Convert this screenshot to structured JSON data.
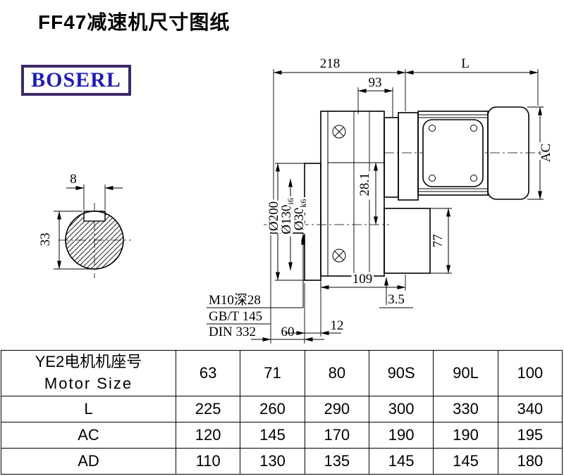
{
  "title": "FF47减速机尺寸图纸",
  "logo": {
    "text": "BOSERL"
  },
  "colors": {
    "logo_text": "#1e1eb4",
    "logo_border": "#3c2a66",
    "line": "#000000"
  },
  "drawing": {
    "dims": {
      "total_218": "218",
      "motor_length": "L",
      "top_93": "93",
      "motor_ac": "AC",
      "keyway_width": "8",
      "keyway_height": "33",
      "flange_dia": "Ø200",
      "spigot_dia_main": "Ø130",
      "spigot_dia_fit": "i6",
      "shaft_dia_main": "Ø30",
      "shaft_dia_fit": "k6",
      "dim_28_1": "28.1",
      "dim_77": "77",
      "dim_109": "109",
      "dim_3_5": "3.5",
      "shaft_len_60": "60",
      "flange_t_12": "12",
      "note_tap": "M10深28",
      "note_gb": "GB/T 145",
      "note_din": "DIN 332"
    }
  },
  "table": {
    "header_cn": "YE2电机机座号",
    "header_en": "Motor Size",
    "sizes": [
      "63",
      "71",
      "80",
      "90S",
      "90L",
      "100"
    ],
    "rows": [
      {
        "label": "L",
        "values": [
          "225",
          "260",
          "290",
          "300",
          "330",
          "340"
        ]
      },
      {
        "label": "AC",
        "values": [
          "120",
          "145",
          "170",
          "190",
          "190",
          "195"
        ]
      },
      {
        "label": "AD",
        "values": [
          "110",
          "130",
          "135",
          "145",
          "145",
          "180"
        ]
      }
    ]
  }
}
